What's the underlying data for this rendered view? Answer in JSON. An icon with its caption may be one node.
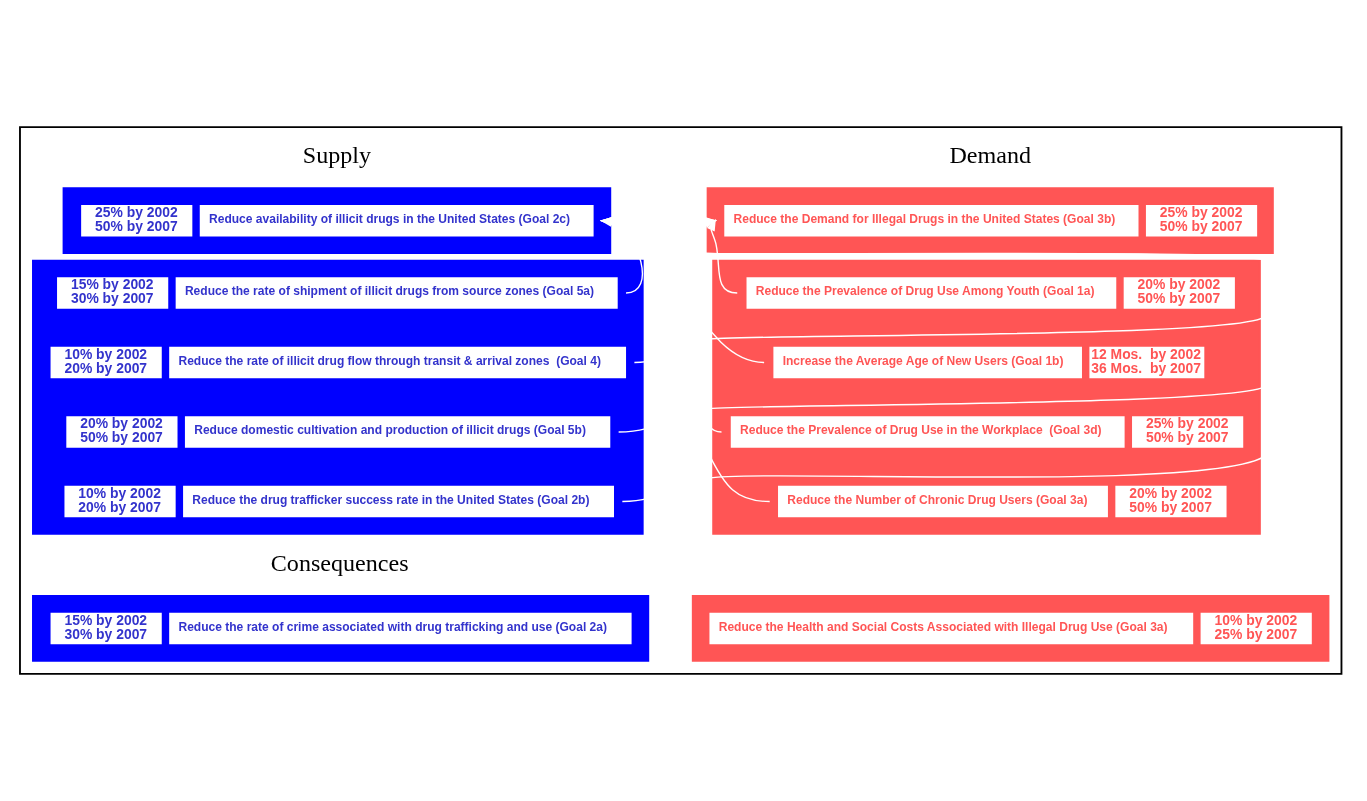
{
  "diagram": {
    "nodes": [
      {
        "text": [],
        "shape": "box"
      },
      {
        "text": [],
        "shape": "box",
        "in": 0
      },
      {
        "text": [
          "Reduce availability of illicit drugs in the United States (Goal 2c)"
        ],
        "in": 1,
        "beside": [
          "25% by 2002",
          "50% by 2007"
        ]
      },
      {
        "text": [],
        "shape": "box",
        "in": 0
      },
      {
        "text": [
          "Reduce the Demand for Illegal Drugs in the United States (Goal 3b)"
        ],
        "in": 3,
        "beside": [
          "25% by 2002",
          "50% by 2007"
        ]
      },
      {
        "text": [],
        "shape": "box",
        "in": 0
      },
      {
        "text": [
          "Reduce the rate of shipment of illicit drugs from source zones (Goal 5a)"
        ],
        "in": 5,
        "beside": [
          "15% by 2002",
          "30% by 2007"
        ]
      },
      {
        "text": [
          "Reduce the rate of illicit drug flow through transit & arrival zones  (Goal 4)"
        ],
        "in": 5,
        "beside": [
          "10% by 2002",
          "20% by 2007"
        ]
      },
      {
        "text": [
          "Reduce domestic cultivation and production of illicit drugs (Goal 5b)"
        ],
        "in": 5,
        "beside": [
          "20% by 2002",
          "50% by 2007"
        ]
      },
      {
        "text": [
          "Reduce the drug trafficker success rate in the United States (Goal 2b)"
        ],
        "in": 5,
        "beside": [
          "10% by 2002",
          "20% by 2007"
        ]
      },
      {
        "text": [],
        "shape": "box",
        "in": 0
      },
      {
        "text": [
          "Reduce the Prevalence of Drug Use Among Youth (Goal 1a)"
        ],
        "in": 10,
        "beside": [
          "20% by 2002",
          "50% by 2007"
        ]
      },
      {
        "text": [
          "Increase the Average Age of New Users (Goal 1b)"
        ],
        "in": 10,
        "beside": [
          "12 Mos.  by 2002",
          "36 Mos.  by 2007"
        ]
      },
      {
        "text": [
          "Reduce the Prevalence of Drug Use in the Workplace  (Goal 3d)"
        ],
        "in": 10,
        "beside": [
          "25% by 2002",
          "50% by 2007"
        ]
      },
      {
        "text": [
          "Reduce the Number of Chronic Drug Users (Goal 3a)"
        ],
        "in": 10,
        "beside": [
          "20% by 2002",
          "50% by 2007"
        ]
      },
      {
        "text": [],
        "shape": "box",
        "in": 0
      },
      {
        "text": [
          "Reduce the rate of crime associated with drug trafficking and use (Goal 2a)"
        ],
        "in": 15,
        "beside": [
          "15% by 2002",
          "30% by 2007"
        ]
      },
      {
        "text": [],
        "shape": "box",
        "in": 0
      },
      {
        "text": [
          "Reduce the Health and Social Costs Associated with Illegal Drug Use (Goal 3a)"
        ],
        "in": 17,
        "beside": [
          "10% by 2002",
          "25% by 2007"
        ]
      }
    ],
    "edges": [
      {
        "from": 6,
        "to": 2,
        "arrow": "to"
      },
      {
        "from": 7,
        "to": 2,
        "arrow": "to"
      },
      {
        "from": 8,
        "to": 2,
        "arrow": "to"
      },
      {
        "from": 9,
        "to": 2,
        "arrow": "to"
      },
      {
        "from": 11,
        "to": 4,
        "arrow": "to"
      },
      {
        "from": 12,
        "to": 4,
        "arrow": "to"
      },
      {
        "from": 13,
        "to": 4,
        "arrow": "to"
      },
      {
        "from": 14,
        "to": 4,
        "arrow": "to"
      }
    ],
    "labels": [
      "Supply",
      "Demand",
      "Consequences"
    ]
  }
}
